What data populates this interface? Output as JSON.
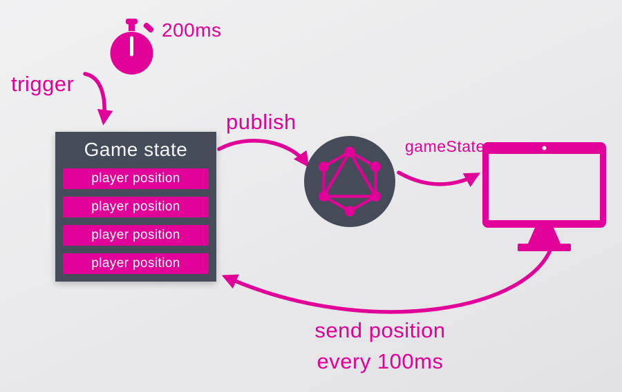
{
  "colors": {
    "magenta": "#e10098",
    "dark_panel": "#454b59",
    "background": "#e9e9eb",
    "text_on_dark": "#ffffff"
  },
  "timer": {
    "label": "200ms"
  },
  "arrows": {
    "trigger_label": "trigger",
    "publish_label": "publish",
    "game_state_label": "gameState",
    "return_label_line1": "send position",
    "return_label_line2": "every 100ms"
  },
  "game_state_box": {
    "title": "Game state",
    "rows": [
      "player position",
      "player position",
      "player position",
      "player position"
    ]
  },
  "icons": {
    "stopwatch": "stopwatch-icon",
    "graphql": "graphql-logo-icon",
    "monitor": "monitor-icon"
  }
}
